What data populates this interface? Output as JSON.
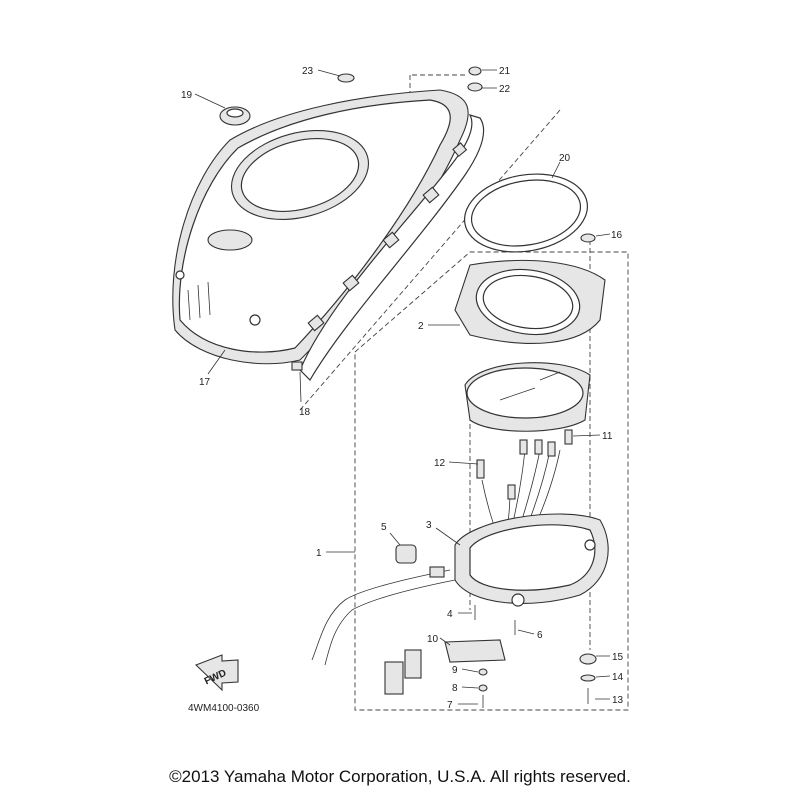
{
  "diagram_code": "4WM4100-0360",
  "fwd_label": "FWD",
  "copyright": "©2013 Yamaha Motor Corporation, U.S.A. All rights reserved.",
  "callouts": [
    "1",
    "2",
    "3",
    "4",
    "5",
    "6",
    "7",
    "8",
    "9",
    "10",
    "11",
    "12",
    "13",
    "14",
    "15",
    "16",
    "17",
    "18",
    "19",
    "20",
    "21",
    "22",
    "23"
  ]
}
